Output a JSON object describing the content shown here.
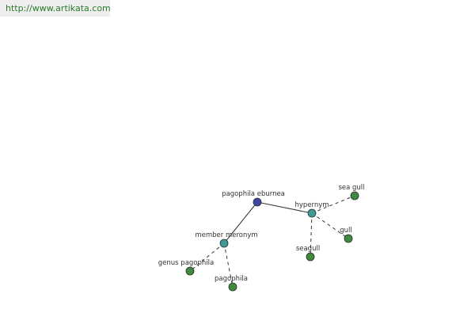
{
  "header": {
    "url": "http://www.artikata.com"
  },
  "graph": {
    "colors": {
      "root": "#3f46a0",
      "relation": "#3f9a9a",
      "term": "#3f8a3f",
      "edge": "#333333"
    },
    "nodes": {
      "root": {
        "label": "pagophila eburnea",
        "kind": "root"
      },
      "hypernym": {
        "label": "hypernym",
        "kind": "relation"
      },
      "member_meronym": {
        "label": "member meronym",
        "kind": "relation"
      },
      "sea_gull_top": {
        "label": "sea gull",
        "kind": "term"
      },
      "gull": {
        "label": "gull",
        "kind": "term"
      },
      "seagull": {
        "label": "seagull",
        "kind": "term"
      },
      "genus_pagophila": {
        "label": "genus pagophila",
        "kind": "term"
      },
      "pagophila": {
        "label": "pagophila",
        "kind": "term"
      }
    },
    "edges": [
      {
        "from": "root",
        "to": "hypernym",
        "style": "solid"
      },
      {
        "from": "root",
        "to": "member_meronym",
        "style": "solid"
      },
      {
        "from": "hypernym",
        "to": "sea_gull_top",
        "style": "dashed"
      },
      {
        "from": "hypernym",
        "to": "gull",
        "style": "dashed"
      },
      {
        "from": "hypernym",
        "to": "seagull",
        "style": "dashed"
      },
      {
        "from": "member_meronym",
        "to": "genus_pagophila",
        "style": "dashed"
      },
      {
        "from": "member_meronym",
        "to": "pagophila",
        "style": "dashed"
      }
    ]
  }
}
